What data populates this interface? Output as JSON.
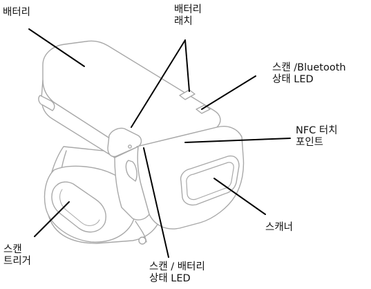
{
  "labels": {
    "battery": [
      "배터리"
    ],
    "battery_latch": [
      "배터리",
      "래치"
    ],
    "scan_bluetooth_led": [
      "스캔 /Bluetooth",
      "상태 LED"
    ],
    "nfc_touch_point": [
      "NFC 터치",
      "포인트"
    ],
    "scanner": [
      "스캐너"
    ],
    "scan_trigger": [
      "스캔",
      "트리거"
    ],
    "scan_battery_led": [
      "스캔 / 배터리",
      "상태 LED"
    ]
  },
  "colors": {
    "outline": "#a8a8a8",
    "leader": "#000000",
    "text": "#111111",
    "background": "#ffffff"
  }
}
